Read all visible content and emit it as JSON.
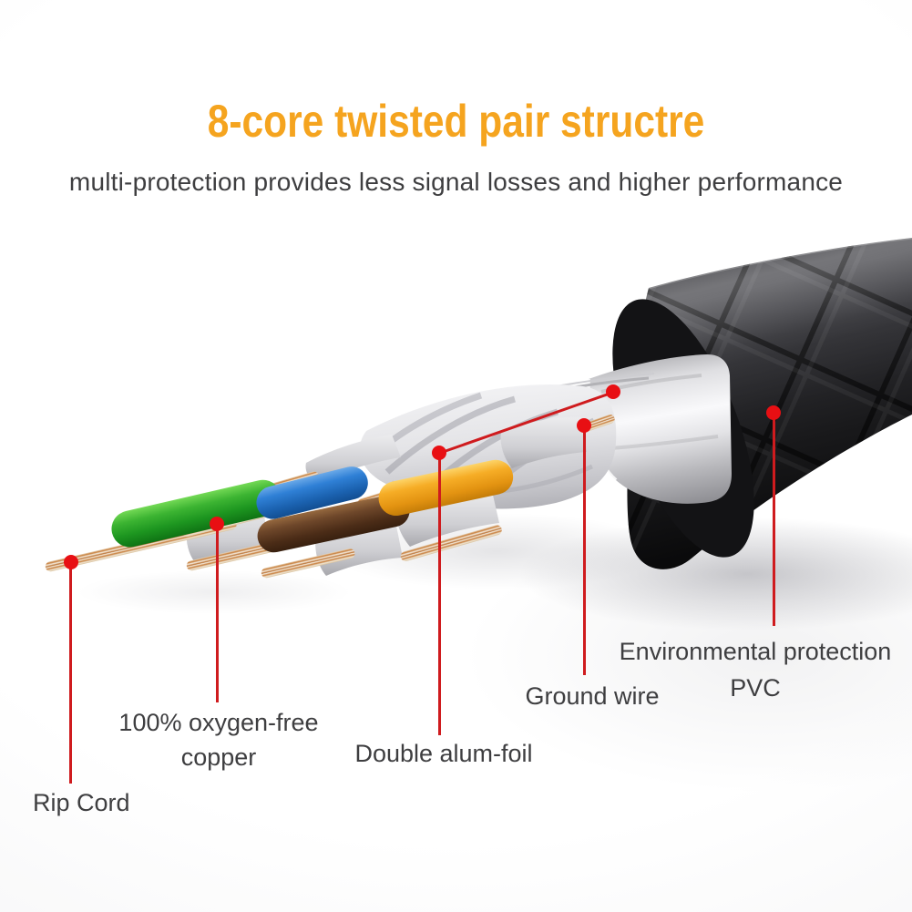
{
  "header": {
    "title": "8-core twisted pair structre",
    "subtitle": "multi-protection provides less signal losses and higher performance",
    "title_color": "#F5A41F",
    "subtitle_color": "#3E3E40"
  },
  "callouts": {
    "rip_cord": {
      "label": "Rip Cord"
    },
    "copper": {
      "line1": "100% oxygen-free",
      "line2": "copper"
    },
    "alum_foil": {
      "label": "Double alum-foil"
    },
    "ground_wire": {
      "label": "Ground wire"
    },
    "pvc": {
      "line1": "Environmental protection",
      "line2": "PVC"
    }
  },
  "style": {
    "leader_line_color": "#CF1B1E",
    "leader_dot_color": "#E80F13",
    "label_color": "#3E3E40"
  },
  "cable": {
    "wire_colors": {
      "green": "#2FAE2D",
      "blue": "#2678CF",
      "brown": "#5F3C22",
      "yellow": "#F3A81F",
      "copper_stripe": "#C67C39",
      "jacket": "#141416",
      "foil": "#E8E8EA"
    }
  }
}
